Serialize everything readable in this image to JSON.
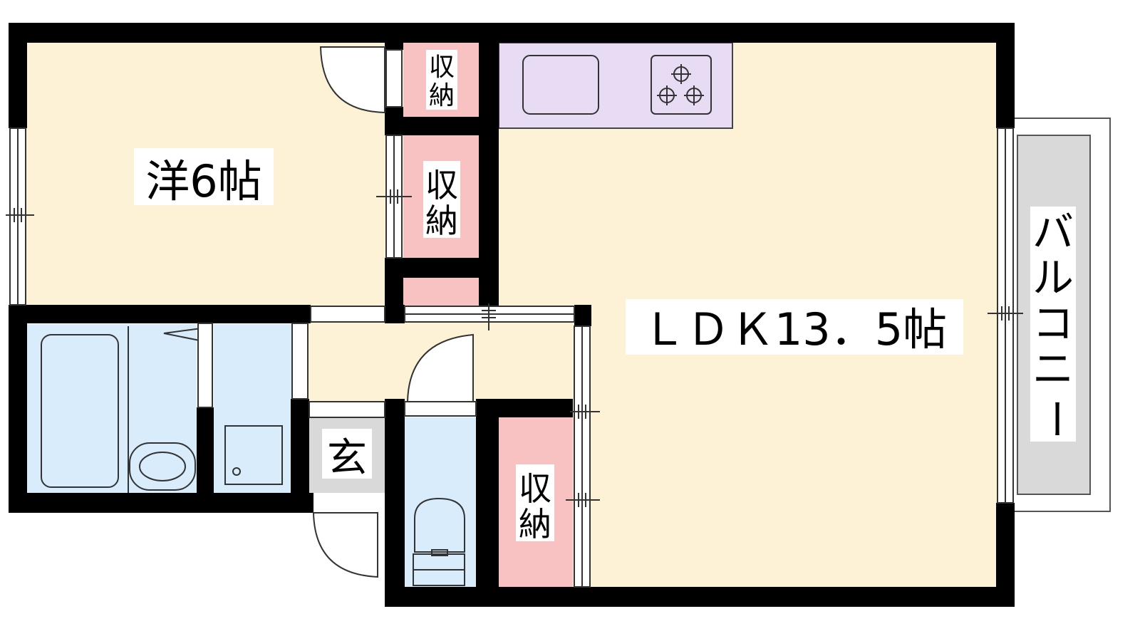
{
  "rooms": {
    "western": "洋6帖",
    "ldk": "ＬＤＫ13．5帖",
    "genkan": "玄",
    "balcony": [
      "バ",
      "ル",
      "コ",
      "ニ",
      "ー"
    ],
    "storage_top": [
      "収",
      "納"
    ],
    "storage_mid": [
      "収",
      "納"
    ],
    "storage_bottom": [
      "収",
      "納"
    ]
  },
  "colors": {
    "floor": "#fdf2d6",
    "storage": "#f8c2c2",
    "wet": "#d8ecfc",
    "kitchen": "#e8dcf5",
    "genkan": "#d9d9d9",
    "balcony": "#d9d9d9",
    "wall": "#000000"
  }
}
